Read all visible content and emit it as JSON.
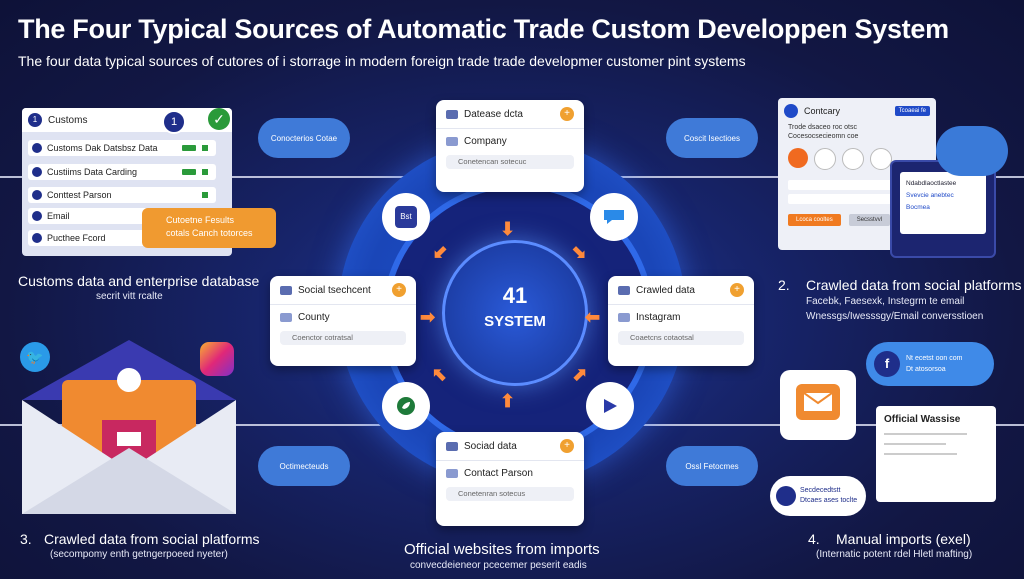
{
  "title": "The Four Typical Sources of Automatic Trade Custom Developpen System",
  "subtitle": "The four data typical sources of cutores of i storrage in modern foreign trade trade developmer customer pint systems",
  "core": {
    "number": "41",
    "label": "SYSTEM"
  },
  "customs_panel": {
    "header": "Customs",
    "badge": "1",
    "items": [
      "Customs Dak Datsbsz Data",
      "Custiims Data Carding",
      "Conttest Parson",
      "Email",
      "Pucthee Fcord"
    ],
    "callout": [
      "Cutoetne Fesults",
      "cotals Canch totorces"
    ]
  },
  "card_top": {
    "header": "Datease dcta",
    "row": "Company",
    "bar": "Conetencan sotecuc"
  },
  "card_left": {
    "header": "Social tsechcent",
    "row": "County",
    "bar": "Coenctor cotratsal"
  },
  "card_right": {
    "header": "Crawled data",
    "row": "Instagram",
    "bar": "Coaetcns cotaotsal"
  },
  "card_bottom": {
    "header": "Sociad data",
    "row": "Contact Parson",
    "bar": "Conetenran sotecus"
  },
  "pills": {
    "top_left": "Conocterios Cotae",
    "top_right": "Coscit Isectioes",
    "bottom_left": "Octimecteuds",
    "bottom_right": "Ossl Fetocmes"
  },
  "orb_top_left": "Bst",
  "source_labels": {
    "one_title": "Customs data and enterprise database",
    "one_sub": "secrit vitt rcalte",
    "two_num": "2.",
    "two_title": "Crawled data from social platforms",
    "two_sub1": "Facebk, Faesexk, Instegrm te email",
    "two_sub2": "Wnessgs/Iwesssgy/Email conversstioen",
    "three_num": "3.",
    "three_title": "Crawled data from social platforms",
    "three_sub": "(secompomy enth getngerpoeed nyeter)",
    "center_title": "Official websites from imports",
    "center_sub": "convecdeieneor pcecemer peserit eadis",
    "four_num": "4.",
    "four_title": "Manual imports (exel)",
    "four_sub": "(Internatic potent rdel Hletl mafting)"
  },
  "crm_window": {
    "title": "Contcary",
    "btn": "Tcoaeai fe",
    "line1": "Trode dsaceo roc otsc",
    "line2": "Cocesocsecieomn coe",
    "btn_orange": "Lcoca cooltes",
    "btn_grey": "Secsstvvl"
  },
  "popup_card": {
    "l1": "Ndabdlaoctlastee",
    "l2": "Svevcie anebtec",
    "l3": "Bocmea"
  },
  "fb_pill": [
    "Nt ecetst oon com",
    "Dt atosorsoa"
  ],
  "official_site": "Official Wassise",
  "bubble_bottom": [
    "Secdecedtstt",
    "Dtcaes ases toclte"
  ]
}
